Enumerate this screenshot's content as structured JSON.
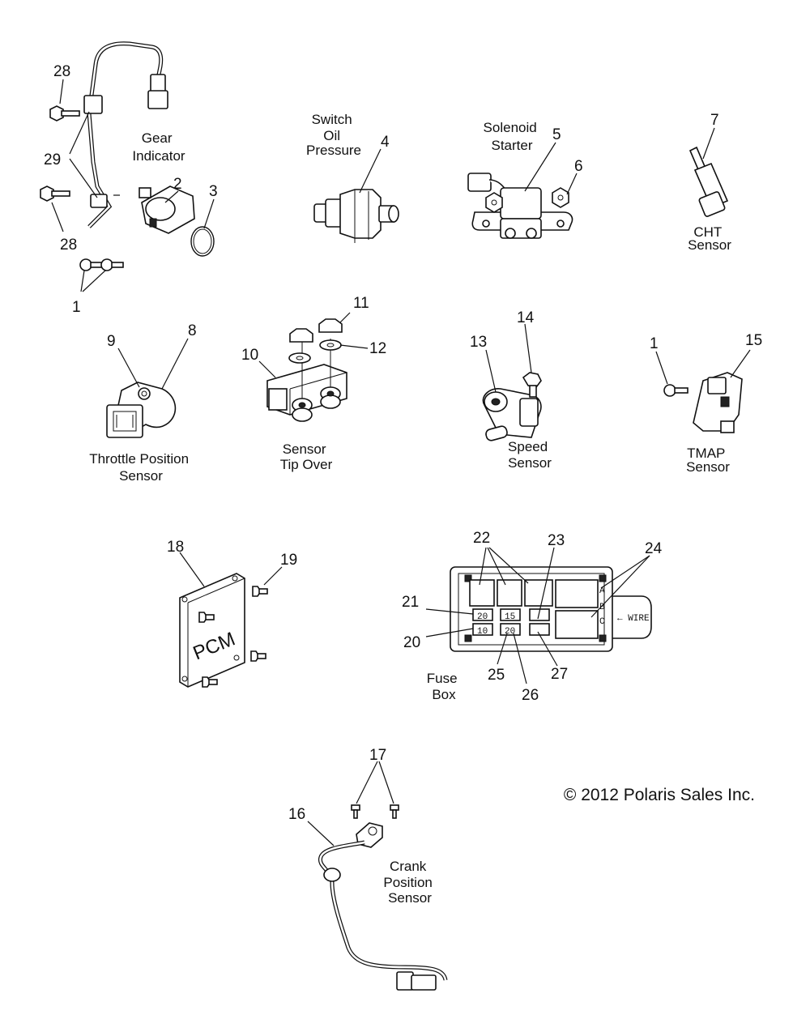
{
  "copyright": "© 2012 Polaris Sales Inc.",
  "groups": {
    "gear_indicator": [
      "Gear",
      "Indicator"
    ],
    "switch_oil_pressure": [
      "Switch",
      "Oil",
      "Pressure"
    ],
    "solenoid_starter": [
      "Solenoid",
      "Starter"
    ],
    "cht_sensor": [
      "CHT",
      "Sensor"
    ],
    "throttle_position_sensor": [
      "Throttle Position",
      "Sensor"
    ],
    "sensor_tip_over": [
      "Sensor",
      "Tip Over"
    ],
    "speed_sensor": [
      "Speed",
      "Sensor"
    ],
    "tmap_sensor": [
      "TMAP",
      "Sensor"
    ],
    "fuse_box": [
      "Fuse",
      "Box"
    ],
    "crank_position_sensor": [
      "Crank",
      "Position",
      "Sensor"
    ]
  },
  "callouts": {
    "c28a": "28",
    "c29": "29",
    "c28b": "28",
    "c1a": "1",
    "c2": "2",
    "c3": "3",
    "c4": "4",
    "c5": "5",
    "c6": "6",
    "c7": "7",
    "c9": "9",
    "c8": "8",
    "c10": "10",
    "c11": "11",
    "c12": "12",
    "c13": "13",
    "c14": "14",
    "c1b": "1",
    "c15": "15",
    "c18": "18",
    "c19": "19",
    "c22": "22",
    "c23": "23",
    "c24": "24",
    "c21": "21",
    "c20": "20",
    "c25": "25",
    "c26": "26",
    "c27": "27",
    "c17": "17",
    "c16": "16"
  },
  "markings": {
    "pcm": "PCM",
    "wire": "← WIRE",
    "fuse_20": "20",
    "fuse_15": "15",
    "fuse_10": "10",
    "fuse_20b": "20",
    "relay_a": "A",
    "relay_b": "B",
    "relay_c": "C"
  }
}
